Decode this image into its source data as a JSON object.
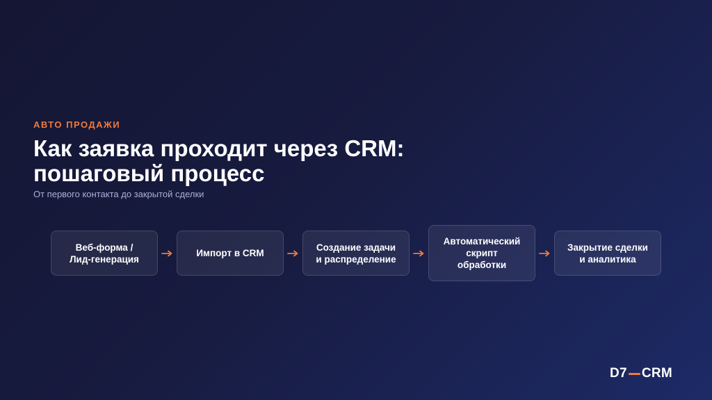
{
  "header": {
    "eyebrow": "АВТО ПРОДАЖИ",
    "title": "Как заявка проходит через CRM: пошаговый процесс",
    "subtitle": "От первого контакта до закрытой сделки"
  },
  "flow": {
    "steps": [
      {
        "label": "Веб-форма /\nЛид-генерация"
      },
      {
        "label": "Импорт в CRM"
      },
      {
        "label": "Создание задачи\nи распределение"
      },
      {
        "label": "Автоматический\nскрипт\nобработки"
      },
      {
        "label": "Закрытие сделки\nи аналитика"
      }
    ],
    "arrow_icon": "arrow-right-icon"
  },
  "brand": {
    "left": "D7",
    "right": "CRM"
  },
  "colors": {
    "accent": "#f07a3c",
    "background_start": "#141633",
    "background_end": "#1d2a66"
  }
}
